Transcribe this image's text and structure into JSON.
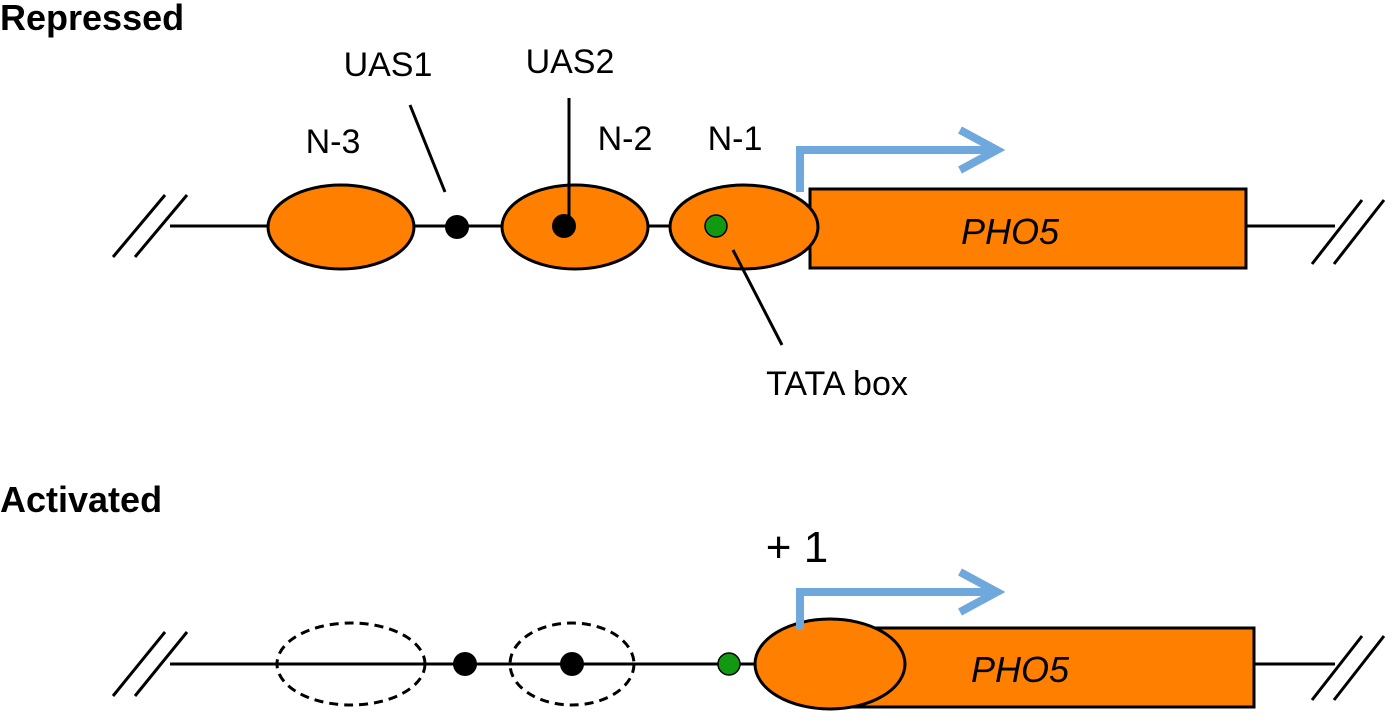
{
  "repressed": {
    "heading": "Repressed",
    "labels": {
      "n3": "N-3",
      "uas1": "UAS1",
      "uas2": "UAS2",
      "n2": "N-2",
      "n1": "N-1",
      "tata": "TATA box"
    },
    "gene": "PHO5"
  },
  "activated": {
    "heading": "Activated",
    "plus_one": "+ 1",
    "gene": "PHO5"
  },
  "colors": {
    "nucleosome": "#FF7F00",
    "arrow": "#6FA8DC",
    "tata": "#119911",
    "uas": "#000000",
    "line": "#000000"
  }
}
